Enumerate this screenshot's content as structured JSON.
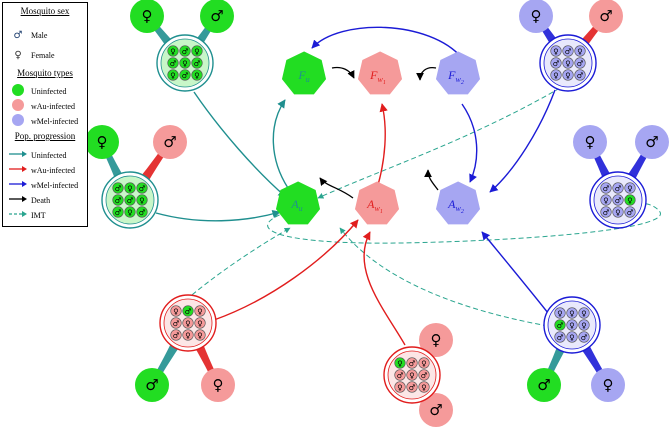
{
  "legend": {
    "sex_title": "Mosquito sex",
    "male": "Male",
    "female": "Female",
    "types_title": "Mosquito types",
    "types": [
      "Uninfected",
      "wAu-infected",
      "wMel-infected"
    ],
    "progression_title": "Pop. progression",
    "progressions": [
      "Uninfected",
      "wAu-infected",
      "wMel-infected",
      "Death",
      "IMT"
    ]
  },
  "nodes": {
    "Fu": {
      "base": "F",
      "sub": "u"
    },
    "Fw1": {
      "base": "F",
      "sub": "w",
      "subsub": "1"
    },
    "Fw2": {
      "base": "F",
      "sub": "w",
      "subsub": "2"
    },
    "Au": {
      "base": "A",
      "sub": "u"
    },
    "Aw1": {
      "base": "A",
      "sub": "w",
      "subsub": "1"
    },
    "Aw2": {
      "base": "A",
      "sub": "w",
      "subsub": "2"
    }
  },
  "symbols": {
    "male": "♂",
    "female": "♀"
  },
  "colors": {
    "uninfected": "#22dd22",
    "wau": "#f59a9a",
    "wmel": "#a6a6f2",
    "uninfected_arrow": "#1f8f8f",
    "wau_arrow": "#e11d1d",
    "wmel_arrow": "#1b1bd6",
    "death": "#000000",
    "imt": "#2aa58f"
  }
}
